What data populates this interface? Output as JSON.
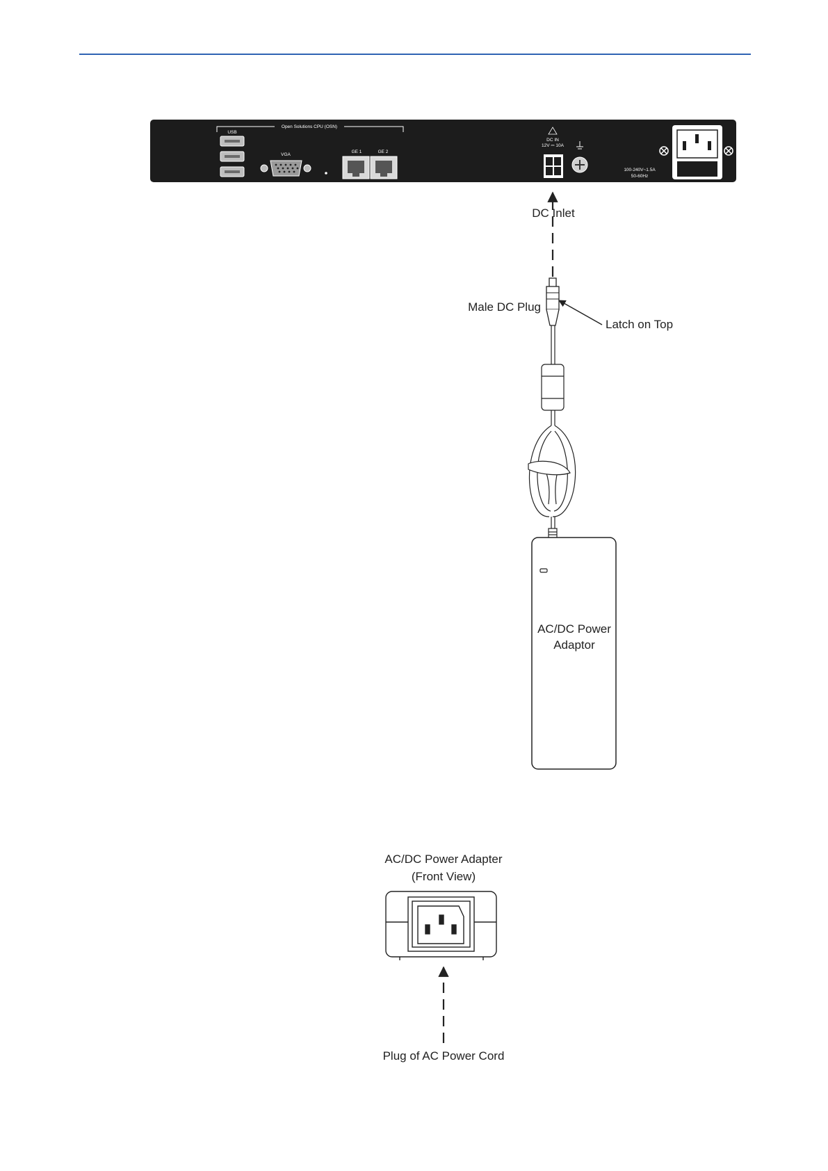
{
  "colors": {
    "header_rule": "#2f63b3",
    "panel": "#1c1c1c",
    "line": "#222222"
  },
  "panel": {
    "osn_label": "Open Solutions CPU (OSN)",
    "usb_label": "USB",
    "vga_label": "VGA",
    "ge1_label": "GE 1",
    "ge2_label": "GE 2",
    "dc_in_label": "DC IN",
    "dc_rating": "12V ⎓ 10A",
    "ac_rating_1": "100-240V~1.5A",
    "ac_rating_2": "50-60Hz"
  },
  "labels": {
    "dc_inlet": "DC Inlet",
    "male_dc_plug": "Male DC  Plug",
    "latch_on_top": "Latch on Top",
    "adaptor_line1": "AC/DC Power",
    "adaptor_line2": "Adaptor",
    "front_view_line1": "AC/DC Power Adapter",
    "front_view_line2": "(Front View)",
    "ac_cord_plug": "Plug of AC Power Cord"
  }
}
